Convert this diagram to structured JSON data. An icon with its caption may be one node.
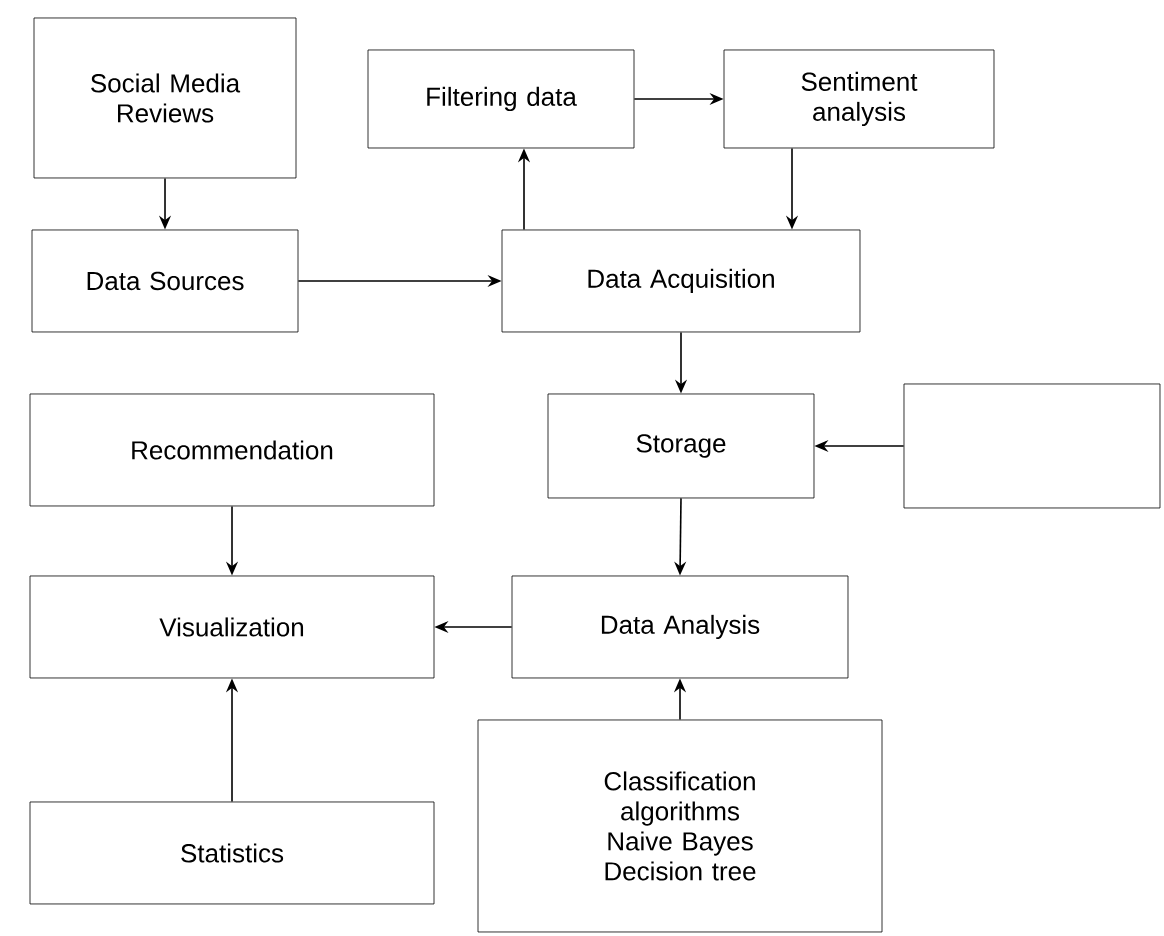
{
  "diagram": {
    "nodes": [
      {
        "text": [
          "Social Media Reviews"
        ]
      },
      {
        "text": [
          "Filtering data"
        ]
      },
      {
        "text": [
          "Sentiment analysis"
        ]
      },
      {
        "text": [
          "Data Sources"
        ]
      },
      {
        "text": [
          "Data Acquisition"
        ]
      },
      {
        "text": [
          "Recommendation"
        ]
      },
      {
        "text": [
          "Storage"
        ]
      },
      {
        "text": [],
        "shape": "box"
      },
      {
        "text": [
          "Visualization"
        ]
      },
      {
        "text": [
          "Data Analysis"
        ]
      },
      {
        "text": [
          "Statistics"
        ]
      },
      {
        "text": [
          "Classification algorithms",
          "Naive Bayes Decision tree"
        ]
      }
    ],
    "edges": [
      {
        "from": 0,
        "to": 3,
        "arrow": "to"
      },
      {
        "from": 3,
        "to": 4,
        "arrow": "to"
      },
      {
        "from": 4,
        "to": 1,
        "arrow": "to"
      },
      {
        "from": 1,
        "to": 2,
        "arrow": "to"
      },
      {
        "from": 2,
        "to": 4,
        "arrow": "to"
      },
      {
        "from": 4,
        "to": 6,
        "arrow": "to"
      },
      {
        "from": 7,
        "to": 6,
        "arrow": "to"
      },
      {
        "from": 6,
        "to": 9,
        "arrow": "to"
      },
      {
        "from": 5,
        "to": 8,
        "arrow": "to"
      },
      {
        "from": 9,
        "to": 8,
        "arrow": "to"
      },
      {
        "from": 10,
        "to": 8,
        "arrow": "to"
      },
      {
        "from": 11,
        "to": 9,
        "arrow": "to"
      }
    ]
  }
}
